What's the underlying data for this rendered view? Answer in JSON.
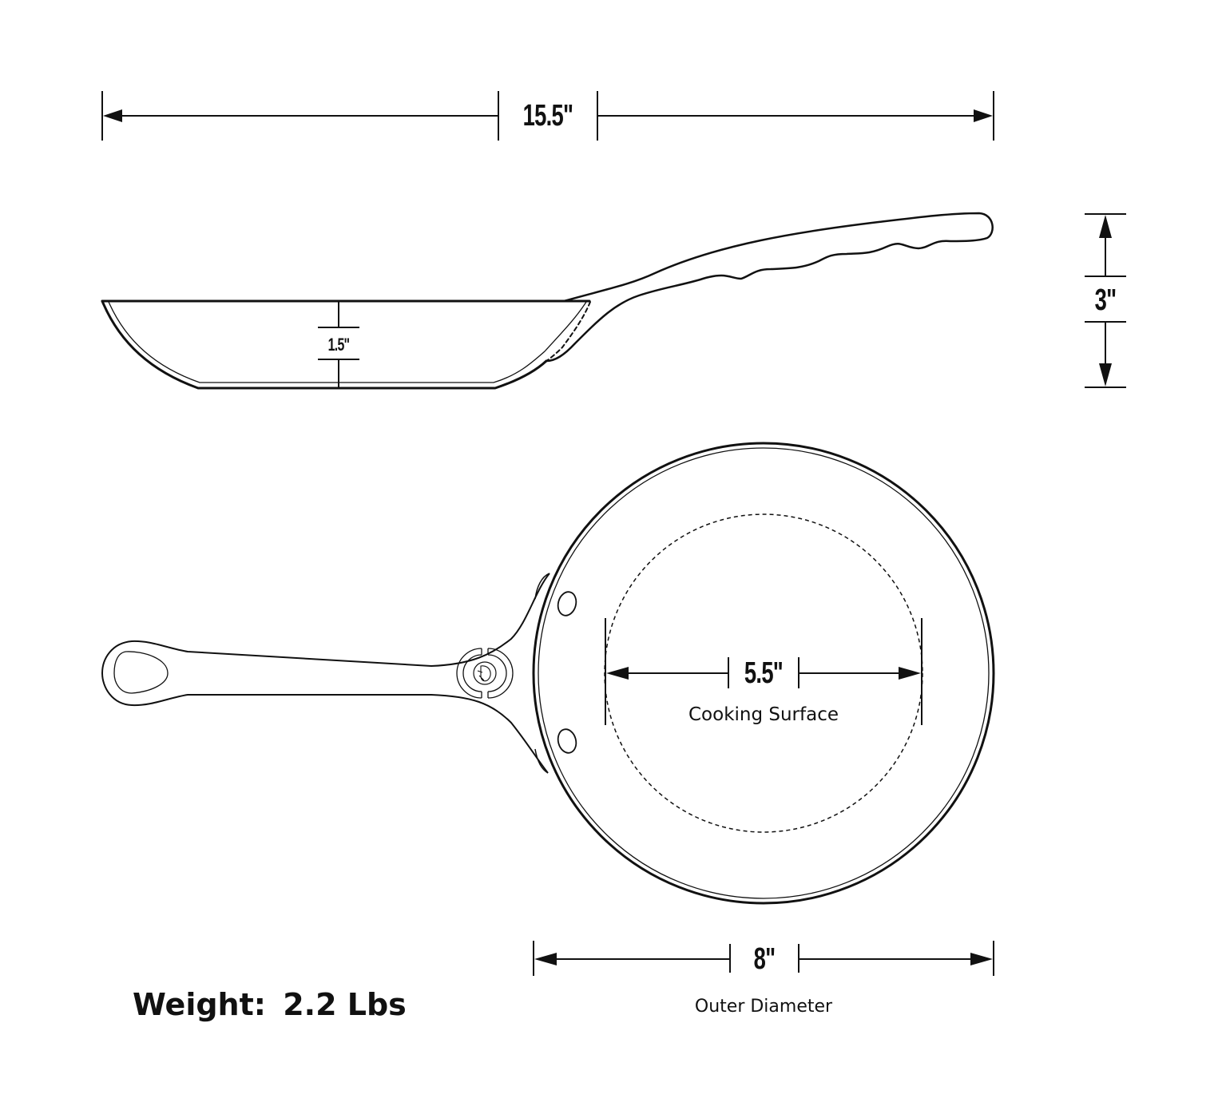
{
  "dimensions": {
    "overall_length": {
      "label": "15.5\"",
      "value": 15.5,
      "unit": "in"
    },
    "height": {
      "label": "3\"",
      "value": 3,
      "unit": "in"
    },
    "depth": {
      "label": "1.5\"",
      "value": 1.5,
      "unit": "in"
    },
    "cooking_surface": {
      "label": "5.5\"",
      "value": 5.5,
      "unit": "in",
      "caption": "Cooking Surface"
    },
    "outer_diameter": {
      "label": "8\"",
      "value": 8,
      "unit": "in",
      "caption": "Outer Diameter"
    }
  },
  "weight": {
    "label": "Weight:",
    "value": "2.2 Lbs",
    "text": "Weight:  2.2 Lbs"
  },
  "views": [
    "side-view",
    "top-view"
  ],
  "colors": {
    "line": "#111111",
    "background": "#ffffff"
  }
}
